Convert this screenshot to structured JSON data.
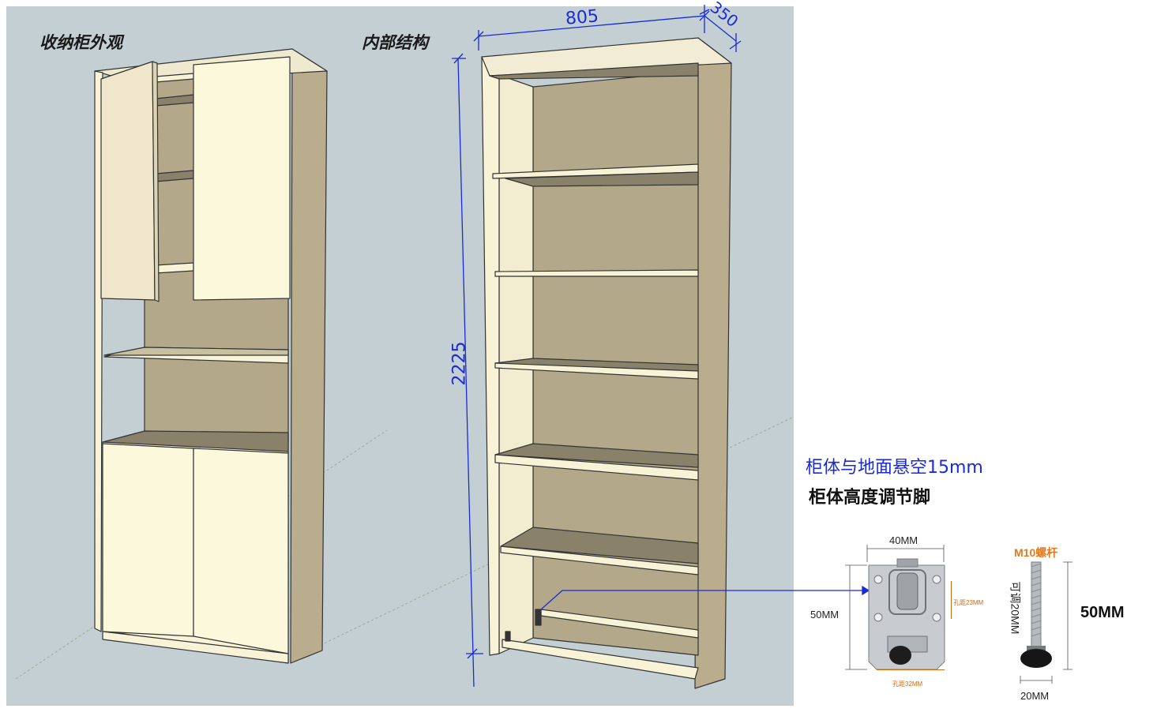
{
  "panels": {
    "exterior_title": "收纳柜外观",
    "interior_title": "内部结构"
  },
  "dimensions": {
    "width": "805",
    "depth": "350",
    "height": "2225"
  },
  "annotations": {
    "gap_note": "柜体与地面悬空15mm",
    "foot_title": "柜体高度调节脚"
  },
  "foot_plate": {
    "width_label": "40MM",
    "height_label": "50MM",
    "hole_side": "孔距23MM",
    "hole_bottom": "孔距32MM"
  },
  "foot_screw": {
    "thread_label": "M10螺杆",
    "adjust_label": "可调20MM",
    "height_label": "50MM",
    "base_label": "20MM"
  },
  "colors": {
    "background": "#c3cfd3",
    "panel_front": "#f8f3d6",
    "panel_side": "#b9ad8d",
    "shelf_top": "#928a72",
    "dimension": "#1a2bd6",
    "accent_orange": "#e07a1a"
  }
}
